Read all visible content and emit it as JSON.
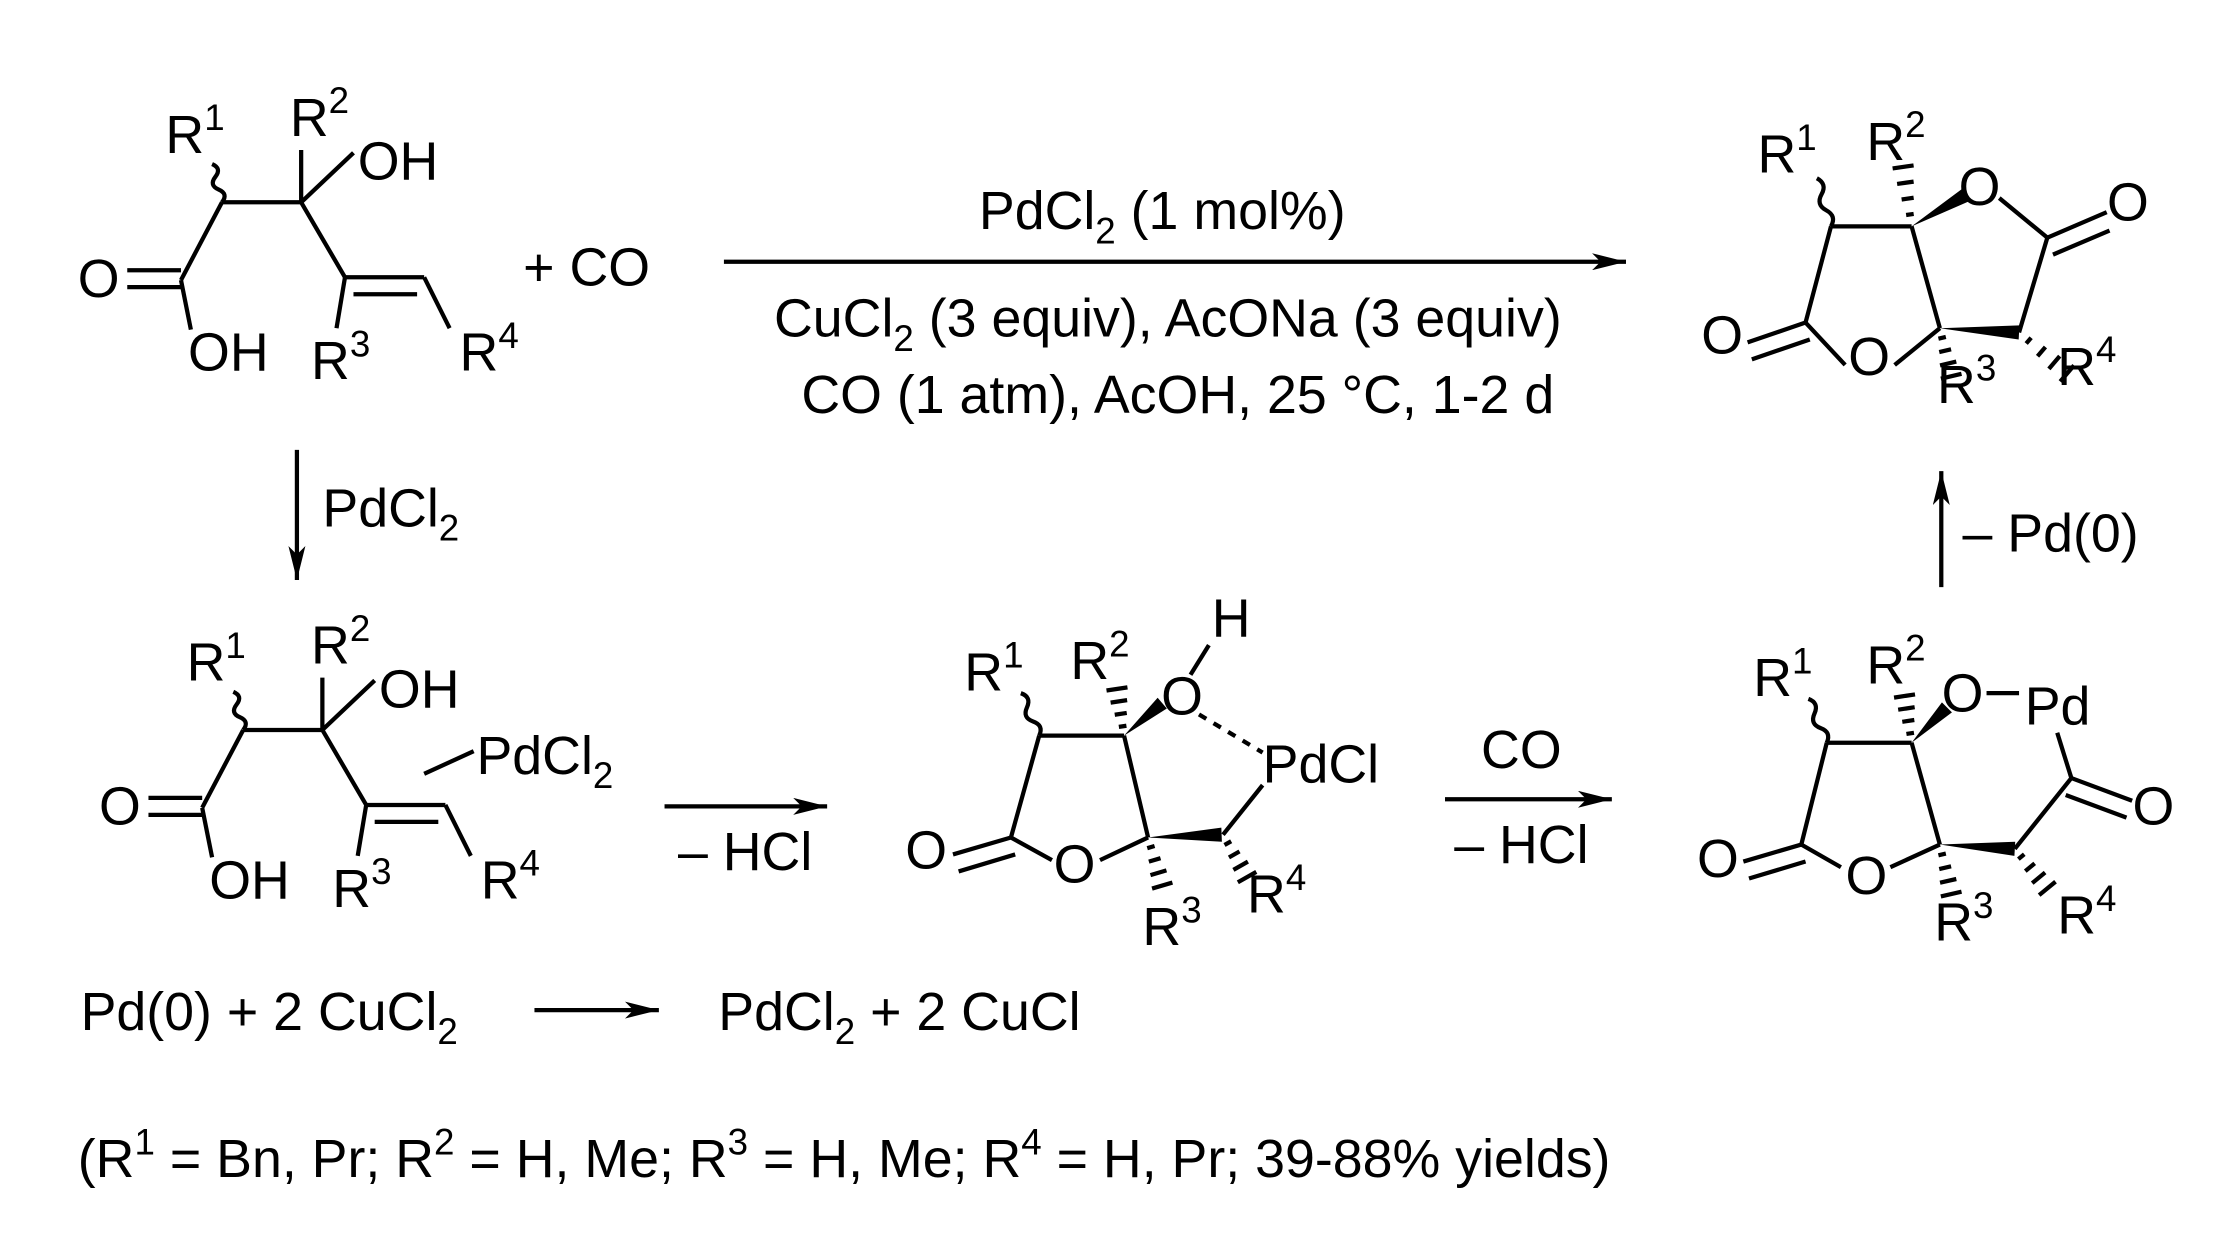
{
  "atoms": {
    "R": "R",
    "s1": "1",
    "s2": "2",
    "s3": "3",
    "s4": "4",
    "OH": "OH",
    "O": "O",
    "H": "H",
    "PdCl": "PdCl",
    "Pd": "Pd",
    "sub2": "2"
  },
  "plus_co": "+ CO",
  "top_conditions": {
    "line1": [
      "PdCl",
      "2",
      " (1 mol%)"
    ],
    "line2": [
      "CuCl",
      "2",
      " (3 equiv), AcONa (3 equiv)"
    ],
    "line3": "CO (1 atm), AcOH, 25 °C, 1-2 d"
  },
  "step_pdcl2": [
    "PdCl",
    "2"
  ],
  "step_hcl": "– HCl",
  "step_co": [
    "CO",
    "– HCl"
  ],
  "step_pd0": "– Pd(0)",
  "regeneration": [
    "Pd(0) + 2 CuCl",
    "2",
    "PdCl",
    "2",
    " + 2 CuCl"
  ],
  "footnote": [
    "(R",
    "1",
    " = Bn, Pr; R",
    "2",
    " = H, Me; R",
    "3",
    " = H, Me; R",
    "4",
    " = H, Pr; 39-88% yields)"
  ]
}
